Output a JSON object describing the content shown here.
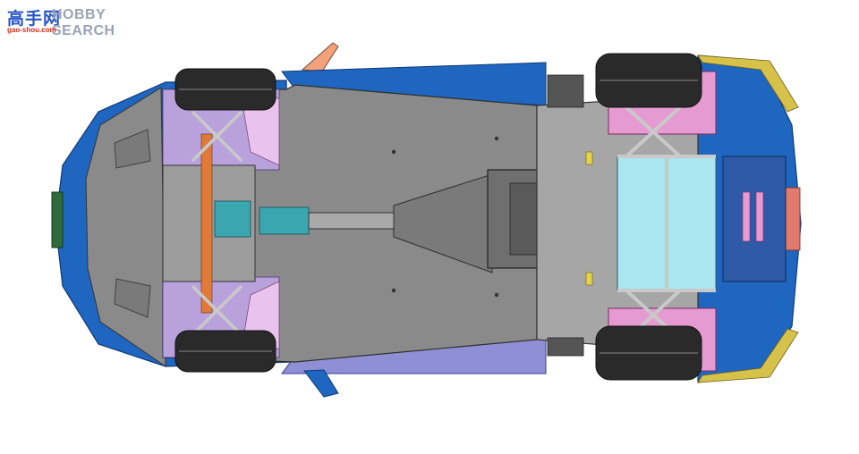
{
  "watermark": {
    "cn_text": "高手网",
    "en_text": "HOBBY SEARCH",
    "url": "gao-shou.com",
    "colors": {
      "cn": "#2a55c6",
      "cn_accent": "#d62c1f",
      "en": "#9aa3b5",
      "url": "#d62c1f"
    }
  },
  "colors": {
    "body_blue": "#1f66c0",
    "body_blue_dark": "#164f9a",
    "floor_grey": "#8a8a8a",
    "floor_light": "#9c9c9c",
    "frame_grey": "#b7b7b7",
    "tyre": "#2a2a2a",
    "pink": "#e59ad2",
    "lilac": "#b9a2db",
    "lavender": "#8f8fd6",
    "teal": "#3aa7b0",
    "cyan": "#a9e6f0",
    "orange_flap": "#f2a27a",
    "yellow": "#d6c24a",
    "green": "#2f6b3a"
  }
}
